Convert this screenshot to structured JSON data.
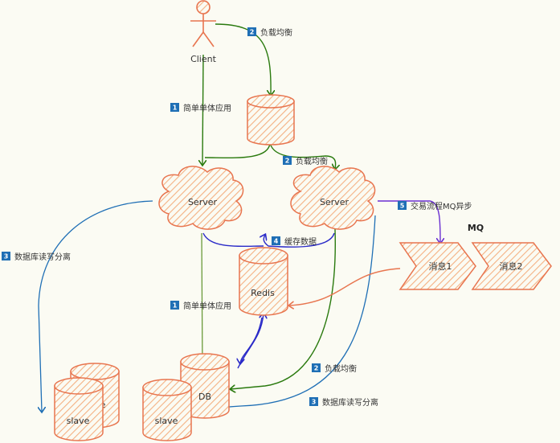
{
  "nodes": {
    "client": "Client",
    "server_left": "Server",
    "server_right": "Server",
    "redis": "Redis",
    "db": "DB",
    "slave_back": "slave",
    "slave_front": "slave",
    "slave_db": "slave",
    "mq_title": "MQ",
    "mq_msg1": "消息1",
    "mq_msg2": "消息2"
  },
  "labels": [
    {
      "num": "2",
      "text": "负载均衡"
    },
    {
      "num": "1",
      "text": "简单单体应用"
    },
    {
      "num": "2",
      "text": "负载均衡"
    },
    {
      "num": "5",
      "text": "交易流程MQ异步"
    },
    {
      "num": "3",
      "text": "数据库读写分离"
    },
    {
      "num": "4",
      "text": "缓存数据"
    },
    {
      "num": "1",
      "text": "简单单体应用"
    },
    {
      "num": "2",
      "text": "负载均衡"
    },
    {
      "num": "3",
      "text": "数据库读写分离"
    }
  ],
  "colors": {
    "shape_stroke": "#e8754f",
    "hatch": "#f4b183",
    "badge": "#1f6fb5",
    "green_line": "#2a7a0e",
    "blue_line": "#1f6fb5",
    "dark_blue_line": "#2a2ac8",
    "purple_line": "#6a2fd1"
  }
}
